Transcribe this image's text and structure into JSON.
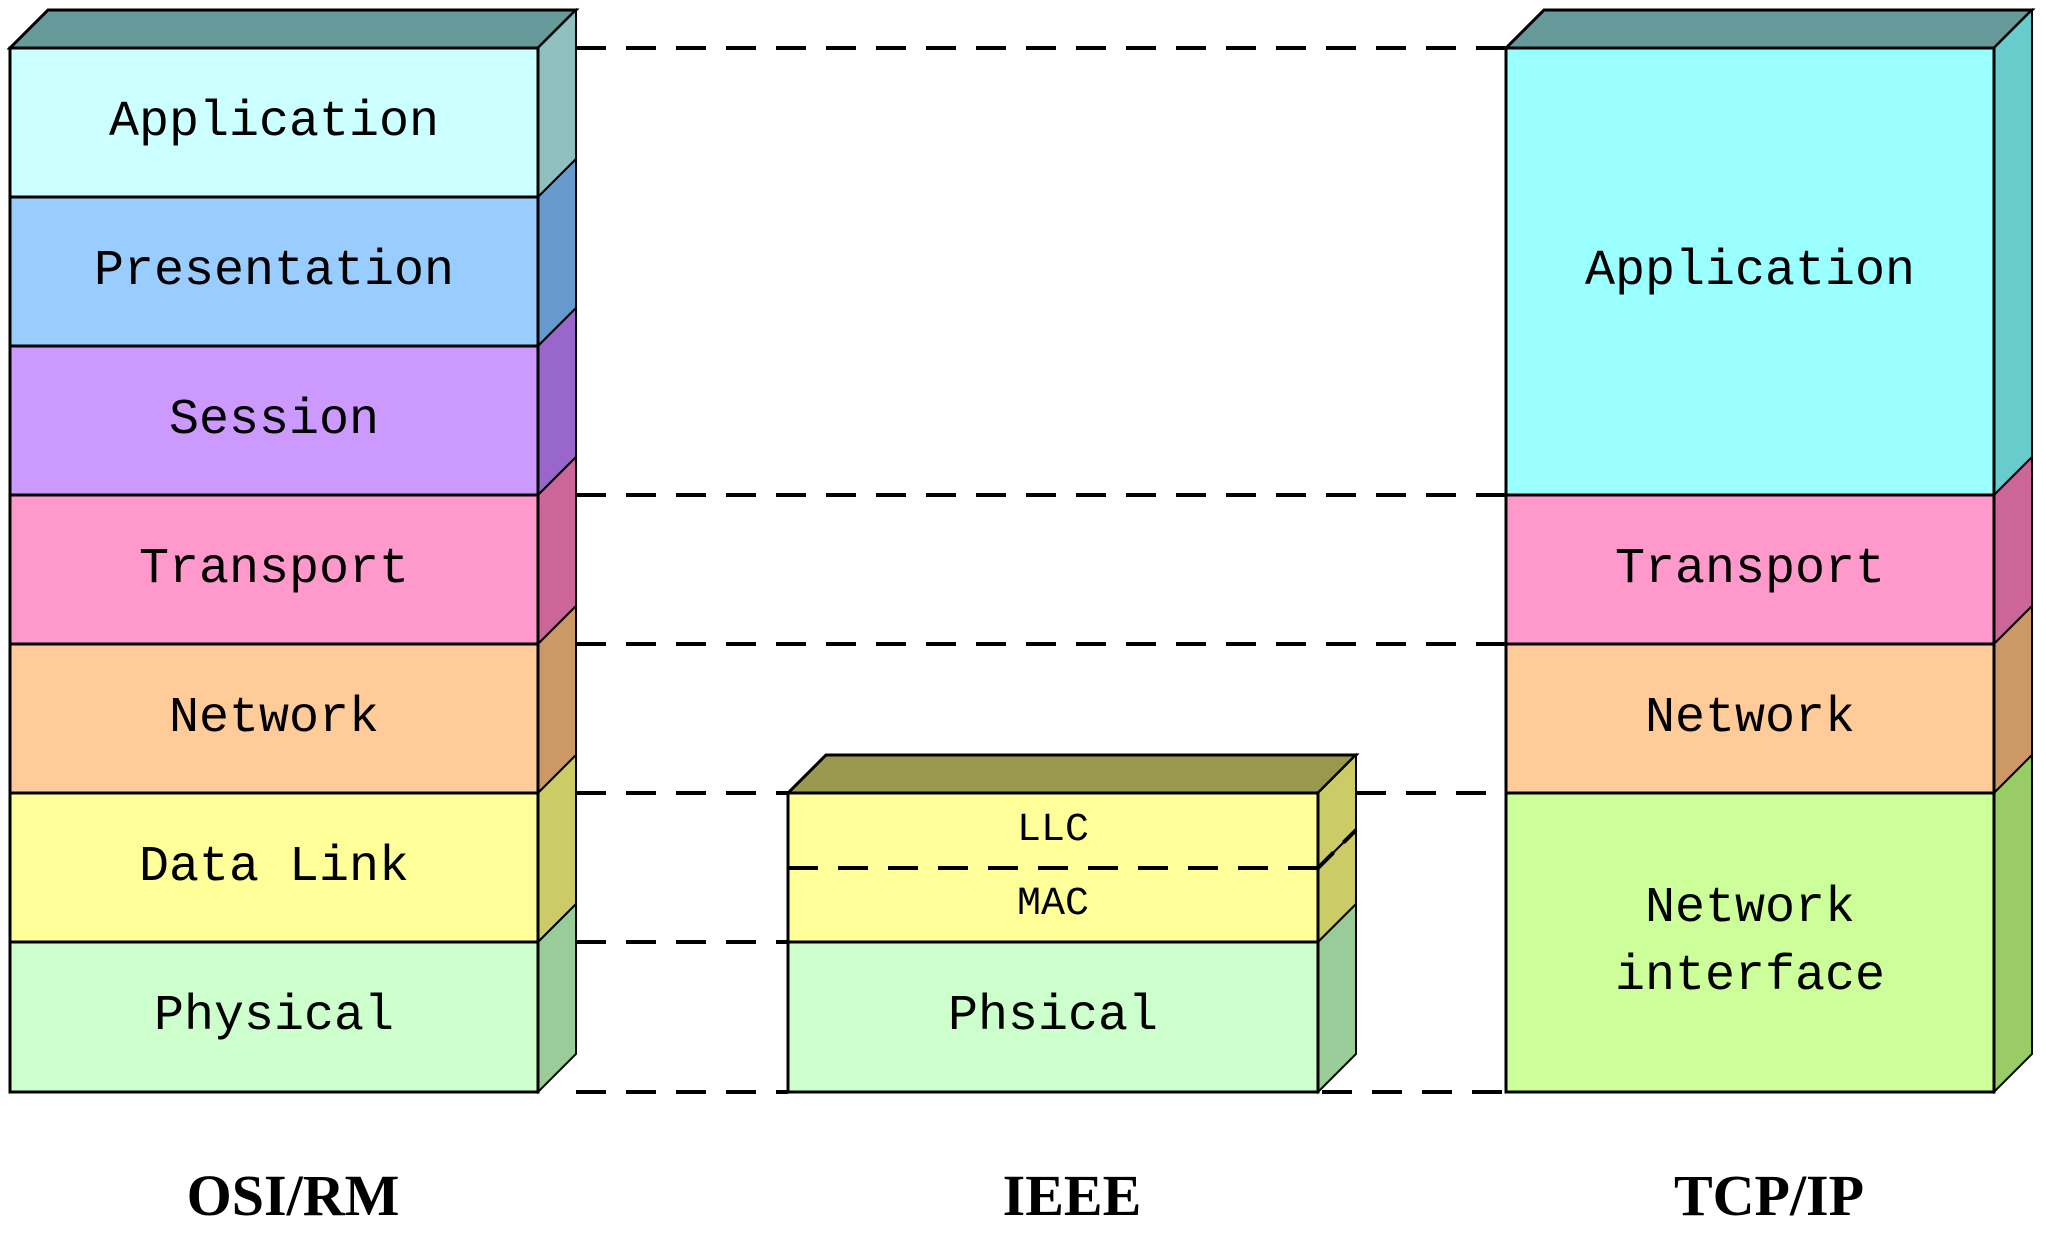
{
  "line_color": "#000000",
  "stacks": {
    "osi": {
      "label": "OSI/RM",
      "top_color": "#669999",
      "layers": [
        {
          "name": "Application",
          "color": "#ccffff",
          "side_color": "#8fbfbf"
        },
        {
          "name": "Presentation",
          "color": "#99ccff",
          "side_color": "#6699cc"
        },
        {
          "name": "Session",
          "color": "#cc99ff",
          "side_color": "#9966cc"
        },
        {
          "name": "Transport",
          "color": "#ff99cc",
          "side_color": "#cc6699"
        },
        {
          "name": "Network",
          "color": "#ffcc99",
          "side_color": "#cc9966"
        },
        {
          "name": "Data Link",
          "color": "#ffff99",
          "side_color": "#cccc66"
        },
        {
          "name": "Physical",
          "color": "#ccffcc",
          "side_color": "#99cc99"
        }
      ]
    },
    "ieee": {
      "label": "IEEE",
      "top_color": "#99994d",
      "layers": [
        {
          "name": "LLC",
          "color": "#ffff99",
          "side_color": "#cccc66"
        },
        {
          "name": "MAC",
          "color": "#ffff99",
          "side_color": "#cccc66"
        },
        {
          "name": "Phsical",
          "color": "#ccffcc",
          "side_color": "#99cc99"
        }
      ]
    },
    "tcpip": {
      "label": "TCP/IP",
      "top_color": "#669999",
      "layers": [
        {
          "name": "Application",
          "color": "#99ffff",
          "side_color": "#66cccc"
        },
        {
          "name": "Transport",
          "color": "#ff99cc",
          "side_color": "#cc6699"
        },
        {
          "name": "Network",
          "color": "#ffcc99",
          "side_color": "#cc9966"
        },
        {
          "name": "Network\ninterface",
          "color": "#ccff99",
          "side_color": "#99cc66"
        }
      ]
    }
  }
}
